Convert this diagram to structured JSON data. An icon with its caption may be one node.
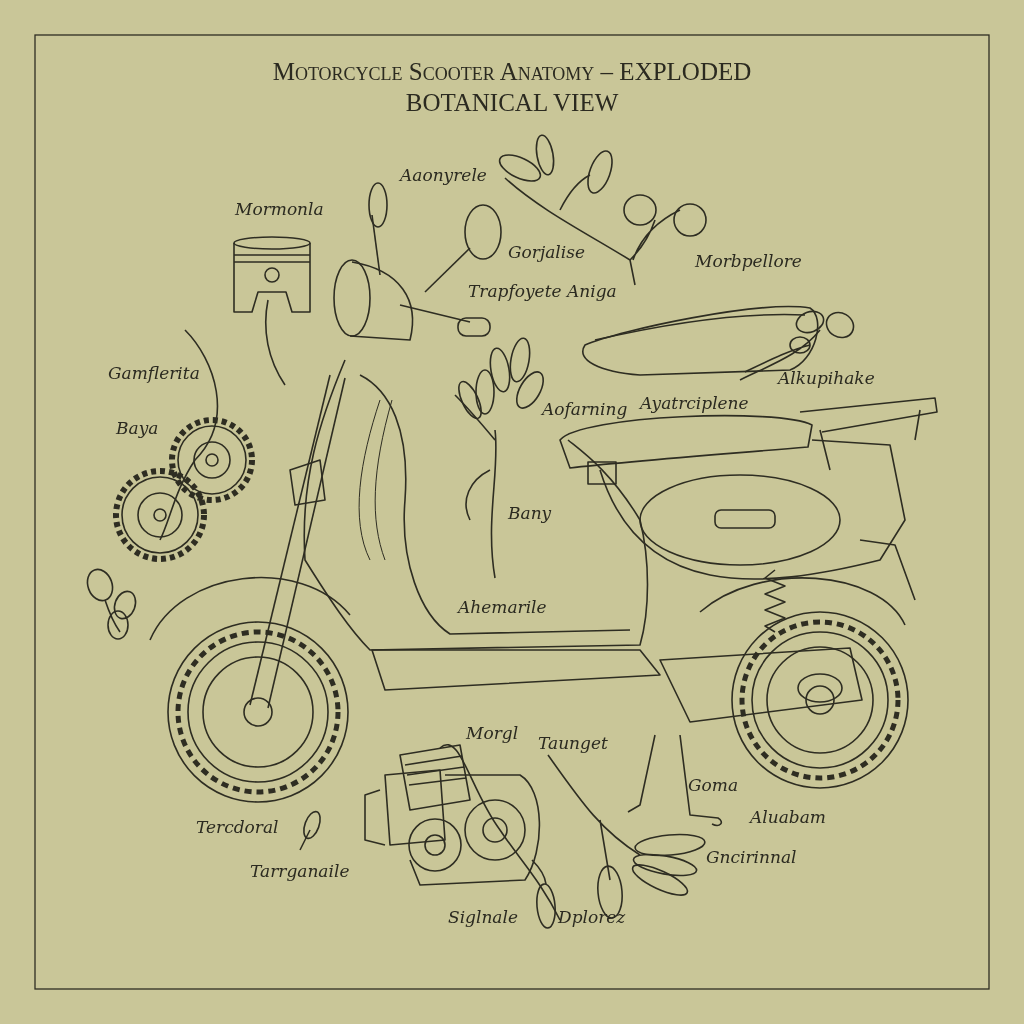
{
  "diagram": {
    "title": "Motorcycle Scooter Anatomy – EXPLODED BOTANICAL VIEW",
    "labels": [
      "Aaonyrele",
      "Mormonla",
      "Gorjalise",
      "Morbpellore",
      "Trapfoyete Aniga",
      "Gamflerita",
      "Alkupihake",
      "Ayatrciplene",
      "Aofarning",
      "Baya",
      "Bany",
      "Ahemarile",
      "Morgl",
      "Taunget",
      "Goma",
      "Aluabam",
      "Tercdoral",
      "Gncirinnal",
      "Tarrganaile",
      "Siglnale",
      "Dplorez"
    ]
  }
}
